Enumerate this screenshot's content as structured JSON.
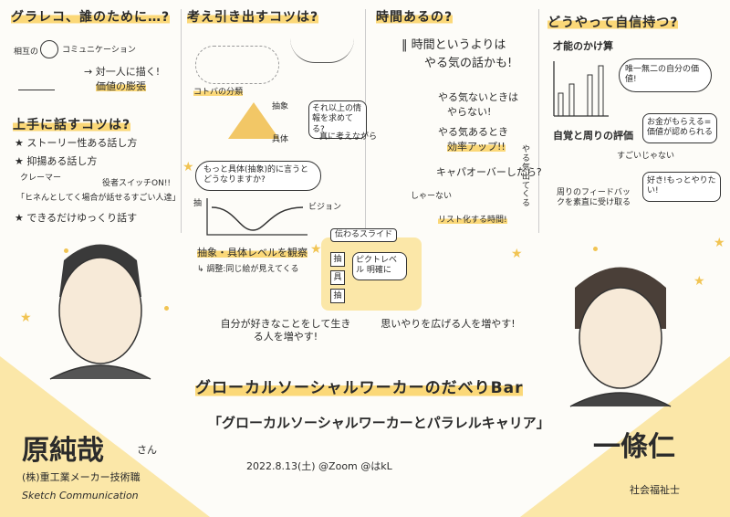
{
  "c1": {
    "title": "グラレコ、誰のために…?",
    "label_a": "相互の",
    "label_b": "コミュニケーション",
    "point1": "→ 対一人に描く!",
    "point2": "価値の膨張",
    "title2": "上手に話すコツは?",
    "b1": "★ ストーリー性ある話し方",
    "b2": "★ 抑揚ある話し方",
    "b2a": "クレーマー",
    "b2b": "役者スイッチON!!",
    "quote": "「ヒネんとしてく場合が話せるすごい人達」",
    "b3": "★ できるだけゆっくり話す"
  },
  "c2": {
    "title": "考え引き出すコツは?",
    "kotoba": "コトバの分類",
    "chusho": "抽象",
    "gutai": "具体",
    "bubble1": "それ以上の情報を求めてる?",
    "bubble1b": "真に考えながら",
    "pill1": "もっと具体(抽象)的に言うとどうなりますか?",
    "ax": "抽",
    "vision": "ビジョン",
    "line1": "抽象・具体レベルを観察",
    "line2": "↳ 調整:同じ絵が見えてくる"
  },
  "c3": {
    "title": "時間あるの?",
    "l1": "‖ 時間というよりは",
    "l2": "やる気の話かも!",
    "l3": "やる気ないときは",
    "l4": "やらない!",
    "l5": "やる気あるとき",
    "l6": "効率アップ!!",
    "l7": "キャパオーバーしたら?",
    "l8": "しゃーない",
    "l9": "リスト化する時間!",
    "side": "やる気出てくる"
  },
  "c4": {
    "title": "どうやって自信持つ?",
    "sub1": "才能のかけ算",
    "bubble": "唯一無二の自分の価値!",
    "sub2": "自覚と周りの評価",
    "box1": "お金がもらえる=価値が認められる",
    "box2": "好き!もっとやりたい!",
    "praise": "すごいじゃない",
    "foot": "周りのフィードバックを素直に受け取る"
  },
  "slide": {
    "title": "伝わるスライド",
    "k1": "抽",
    "k2": "具",
    "k3": "抽",
    "note": "ピクトレベル 明確に"
  },
  "mid": {
    "left": "自分が好きなことをして生きる人を増やす!",
    "right": "思いやりを広げる人を増やす!"
  },
  "event": {
    "title": "グローカルソーシャルワーカーのだべりBar",
    "subtitle": "「グローカルソーシャルワーカーとパラレルキャリア」",
    "meta": "2022.8.13(土) @Zoom @はkL"
  },
  "speakerL": {
    "name": "原純哉",
    "san": "さん",
    "role": "(株)重工業メーカー技術職",
    "role2": "Sketch Communication"
  },
  "speakerR": {
    "name": "一條仁",
    "role": "社会福祉士"
  },
  "colors": {
    "accent": "#fbd878",
    "band": "#fbe7a8"
  }
}
